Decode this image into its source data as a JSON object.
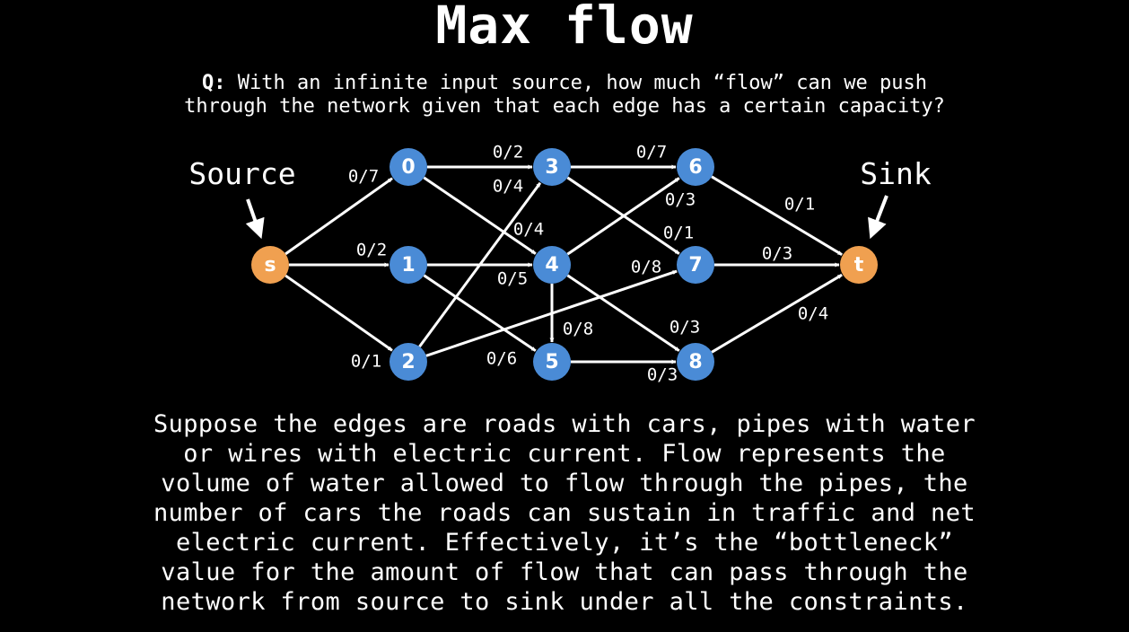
{
  "title": "Max flow",
  "question": {
    "prefix": "Q:",
    "line1": "With an infinite input source, how much “flow” can we push",
    "line2": "through the network given that each edge has a certain capacity?"
  },
  "callouts": {
    "source": "Source",
    "sink": "Sink"
  },
  "colors": {
    "background": "#000000",
    "node_blue": "#4a8bd6",
    "node_orange": "#f0a050",
    "edge": "#ffffff"
  },
  "nodes": [
    {
      "id": "s",
      "label": "s",
      "kind": "terminal"
    },
    {
      "id": "0",
      "label": "0",
      "kind": "inner"
    },
    {
      "id": "1",
      "label": "1",
      "kind": "inner"
    },
    {
      "id": "2",
      "label": "2",
      "kind": "inner"
    },
    {
      "id": "3",
      "label": "3",
      "kind": "inner"
    },
    {
      "id": "4",
      "label": "4",
      "kind": "inner"
    },
    {
      "id": "5",
      "label": "5",
      "kind": "inner"
    },
    {
      "id": "6",
      "label": "6",
      "kind": "inner"
    },
    {
      "id": "7",
      "label": "7",
      "kind": "inner"
    },
    {
      "id": "8",
      "label": "8",
      "kind": "inner"
    },
    {
      "id": "t",
      "label": "t",
      "kind": "terminal"
    }
  ],
  "edges": [
    {
      "from": "s",
      "to": "0",
      "label": "0/7"
    },
    {
      "from": "s",
      "to": "1",
      "label": "0/2"
    },
    {
      "from": "s",
      "to": "2",
      "label": "0/1"
    },
    {
      "from": "0",
      "to": "3",
      "label": "0/2"
    },
    {
      "from": "0",
      "to": "4",
      "label": "0/4"
    },
    {
      "from": "1",
      "to": "4",
      "label": "0/5"
    },
    {
      "from": "1",
      "to": "5",
      "label": "0/6"
    },
    {
      "from": "2",
      "to": "3",
      "label": "0/4"
    },
    {
      "from": "2",
      "to": "7",
      "label": "0/8"
    },
    {
      "from": "3",
      "to": "6",
      "label": "0/7"
    },
    {
      "from": "3",
      "to": "7",
      "label": "0/1"
    },
    {
      "from": "4",
      "to": "6",
      "label": "0/3"
    },
    {
      "from": "4",
      "to": "5",
      "label": "0/8"
    },
    {
      "from": "4",
      "to": "8",
      "label": "0/3"
    },
    {
      "from": "5",
      "to": "8",
      "label": "0/3"
    },
    {
      "from": "6",
      "to": "t",
      "label": "0/1"
    },
    {
      "from": "7",
      "to": "t",
      "label": "0/3"
    },
    {
      "from": "8",
      "to": "t",
      "label": "0/4"
    }
  ],
  "description": [
    "Suppose the edges are roads with cars, pipes with water",
    "or wires with electric current. Flow represents the",
    "volume of water allowed to flow through the pipes, the",
    "number of cars the roads can sustain in traffic and net",
    "electric current. Effectively, it’s the “bottleneck”",
    "value for the amount of flow that can pass through the",
    "network from source to sink under all the constraints."
  ]
}
